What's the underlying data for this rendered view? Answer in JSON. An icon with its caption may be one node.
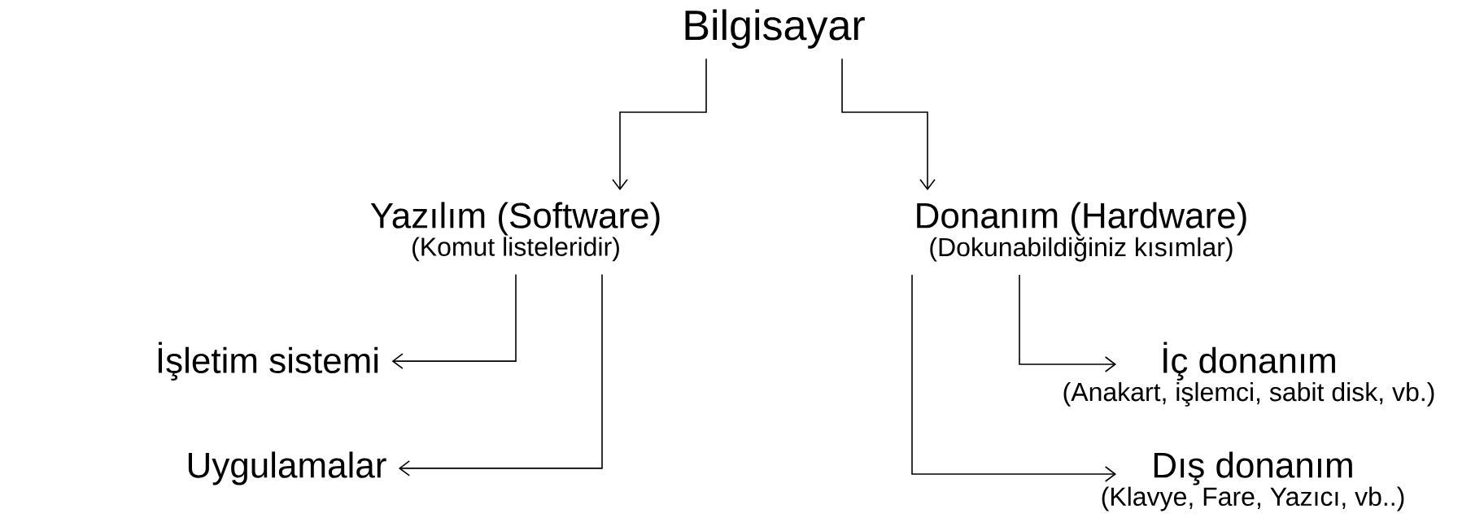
{
  "diagram": {
    "nodes": [
      {
        "text": [
          "Bilgisayar"
        ]
      },
      {
        "text": [
          "Yazılım (Software)",
          "(Komut listeleridir)"
        ]
      },
      {
        "text": [
          "Donanım (Hardware)",
          "(Dokunabildiğiniz kısımlar)"
        ]
      },
      {
        "text": [
          "İşletim sistemi"
        ]
      },
      {
        "text": [
          "Uygulamalar"
        ]
      },
      {
        "text": [
          "İç donanım",
          "(Anakart, işlemci, sabit disk, vb.)"
        ]
      },
      {
        "text": [
          "Dış donanım",
          "(Klavye, Fare, Yazıcı, vb..)"
        ]
      }
    ],
    "edges": [
      {
        "from": 0,
        "to": 1,
        "arrow": "to"
      },
      {
        "from": 0,
        "to": 2,
        "arrow": "to"
      },
      {
        "from": 1,
        "to": 3,
        "arrow": "to"
      },
      {
        "from": 1,
        "to": 4,
        "arrow": "to"
      },
      {
        "from": 2,
        "to": 5,
        "arrow": "to"
      },
      {
        "from": 2,
        "to": 6,
        "arrow": "to"
      }
    ]
  }
}
